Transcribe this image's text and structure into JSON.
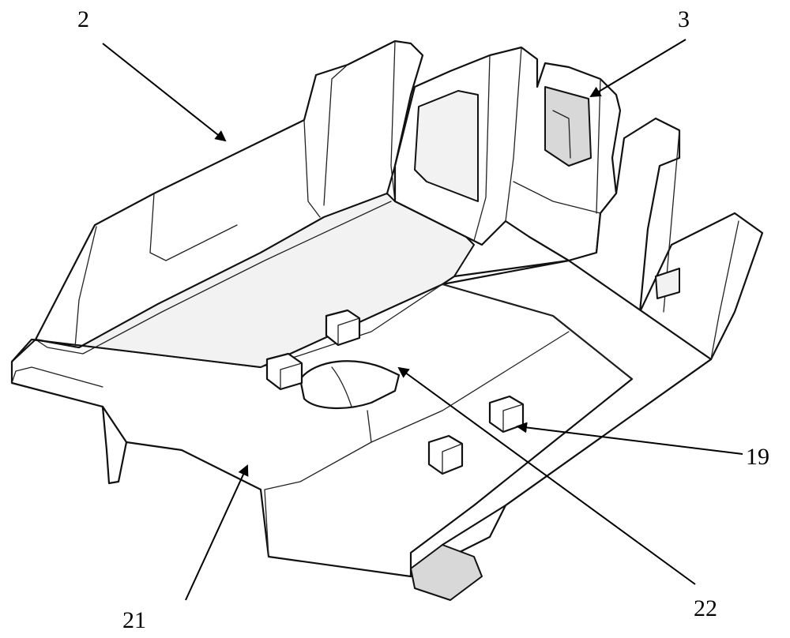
{
  "figure": {
    "callouts": [
      {
        "id": "ref-2",
        "text": "2"
      },
      {
        "id": "ref-3",
        "text": "3"
      },
      {
        "id": "ref-19",
        "text": "19"
      },
      {
        "id": "ref-21",
        "text": "21"
      },
      {
        "id": "ref-22",
        "text": "22"
      }
    ]
  }
}
